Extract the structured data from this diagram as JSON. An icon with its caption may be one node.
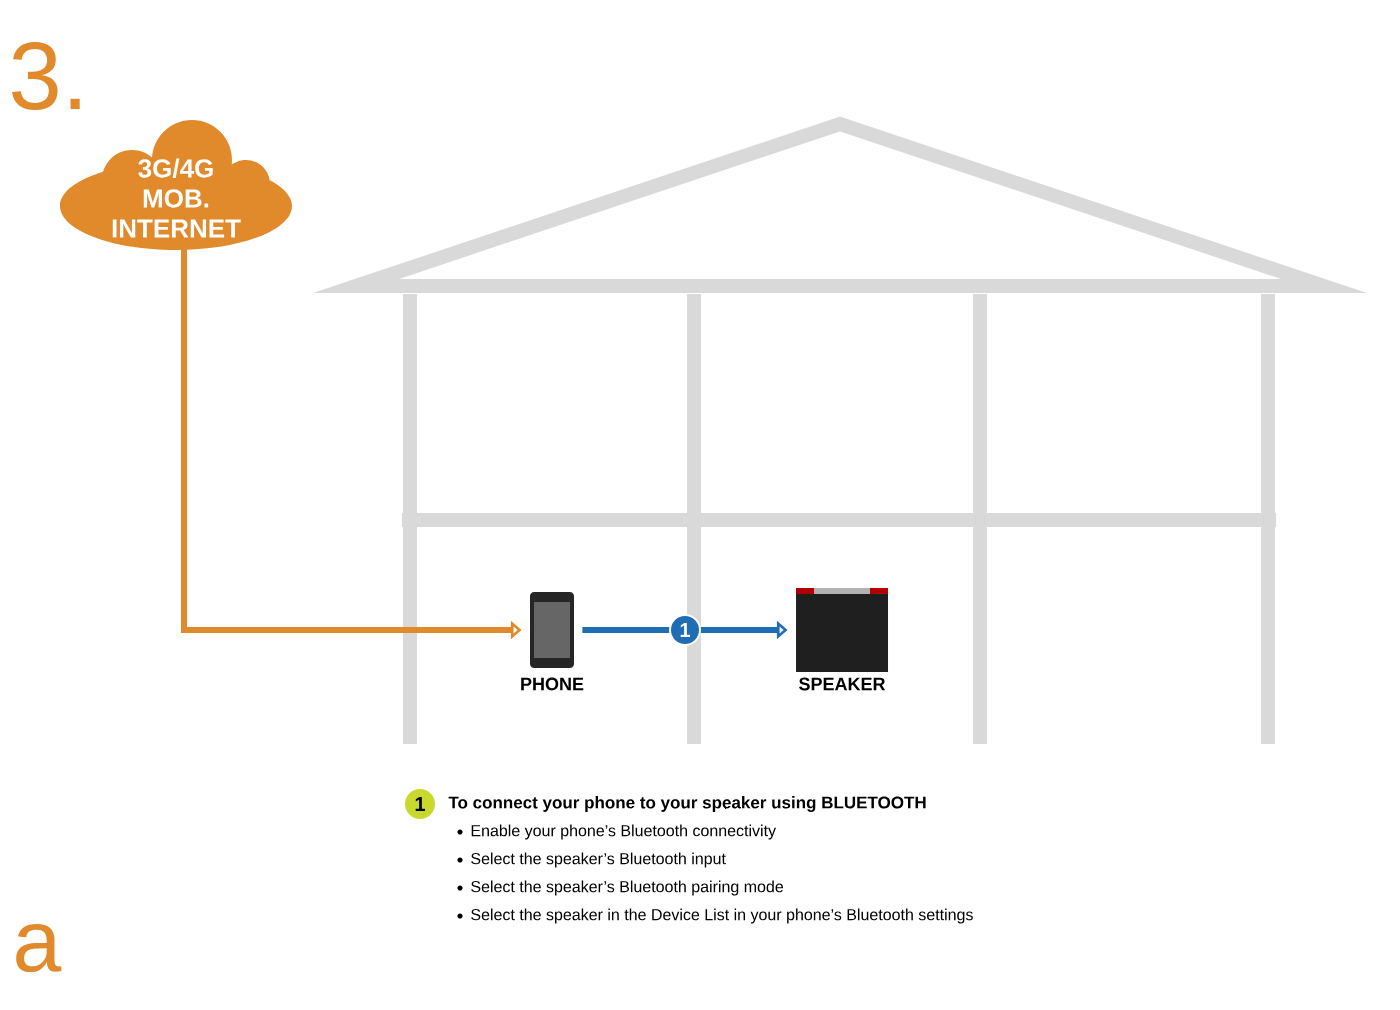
{
  "diagram": {
    "nodes": [
      {
        "text": [
          "3G/4G MOB. INTERNET"
        ]
      },
      {
        "text": [],
        "shape": "picture",
        "beside": [
          "PHONE"
        ]
      },
      {
        "text": [],
        "shape": "picture",
        "beside": [
          "SPEAKER"
        ]
      }
    ],
    "edges": [
      {
        "from": 0,
        "to": 1,
        "arrow": "to",
        "color": "#e08a2c"
      },
      {
        "from": 1,
        "to": 2,
        "arrow": "to",
        "label": "1",
        "color": "#1f6db4"
      }
    ],
    "labels": [
      "3.",
      "1",
      "To connect your phone to your speaker using **BLUETOOTH**",
      "Enable your phone’s Bluetooth connectivity",
      "Select the speaker’s Bluetooth input",
      "Select the speaker’s Bluetooth pairing mode",
      "Select the speaker in the Device List in your phone’s Bluetooth settings",
      "a"
    ]
  }
}
